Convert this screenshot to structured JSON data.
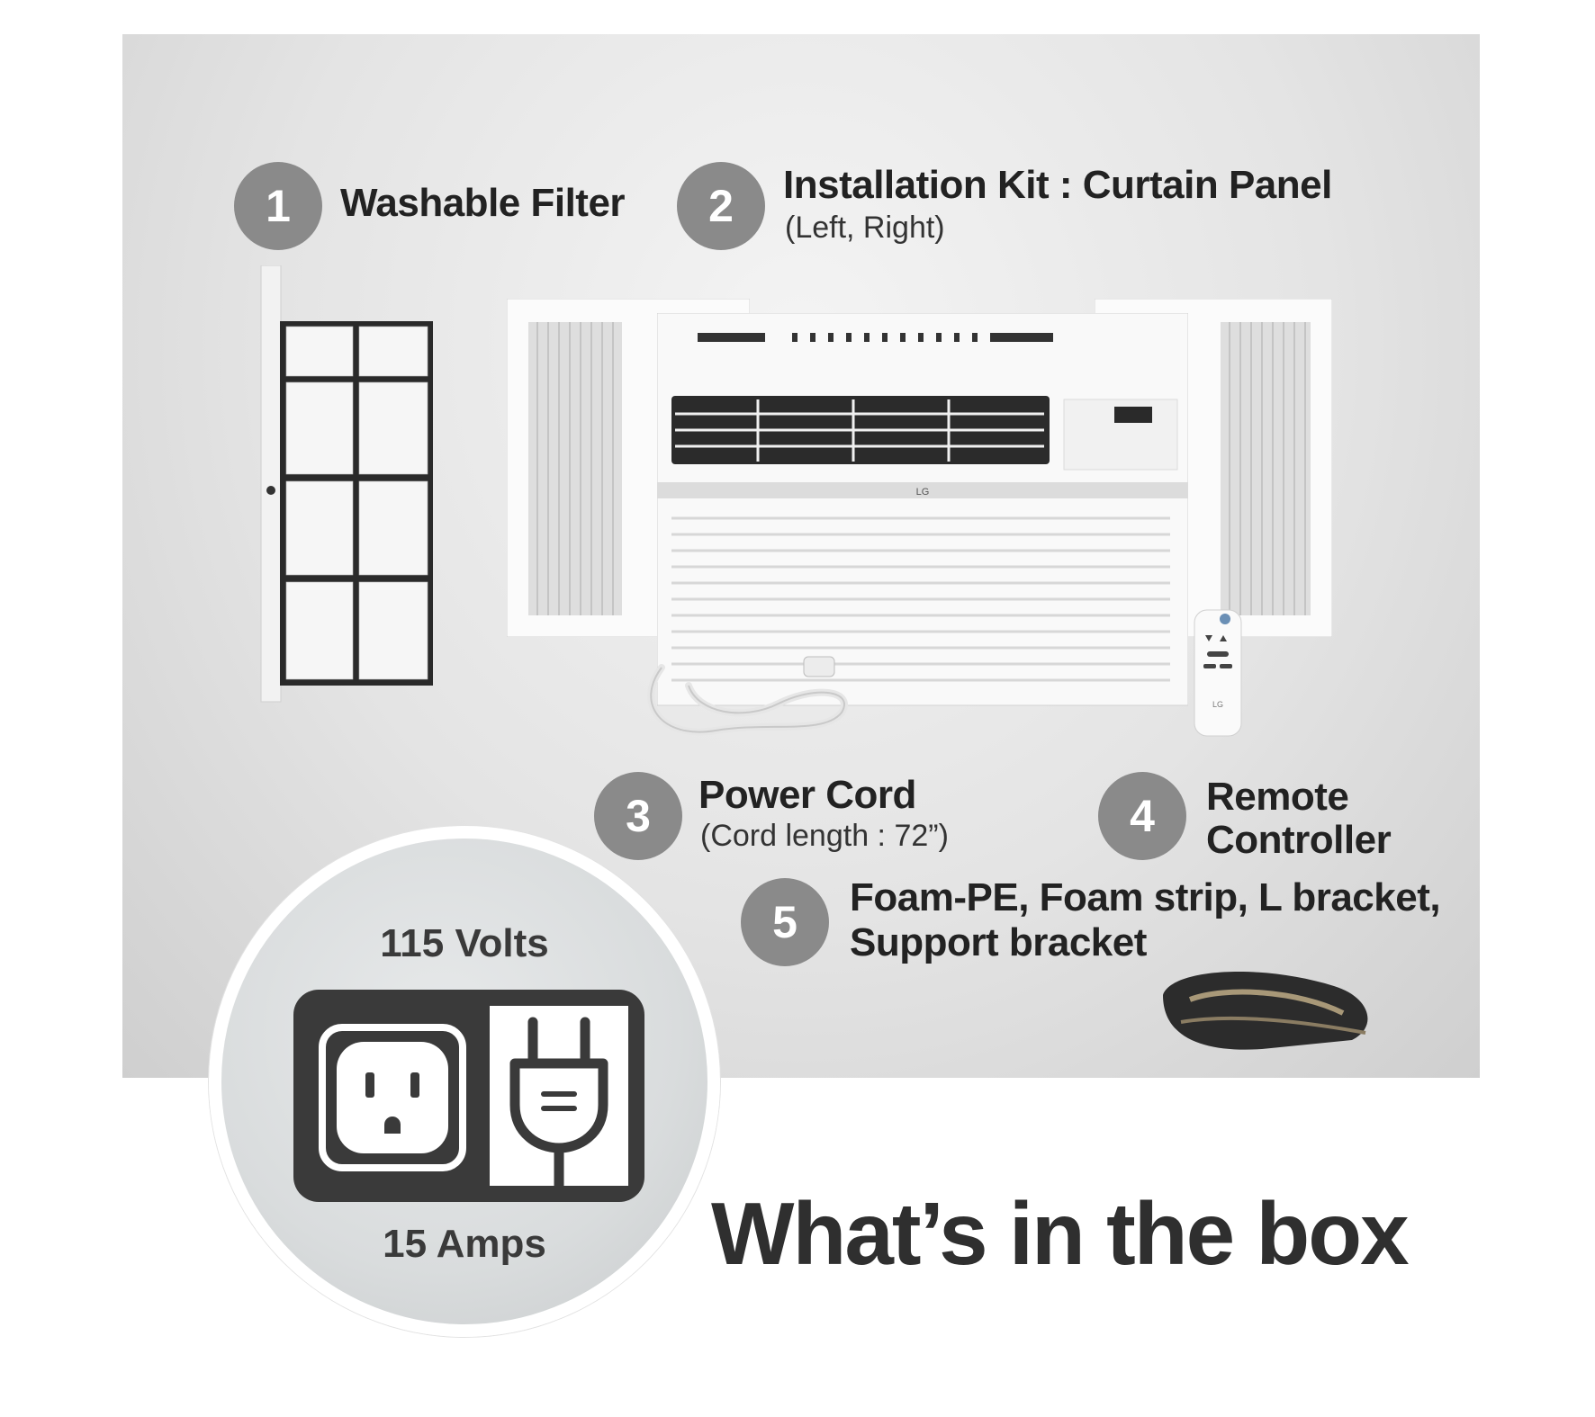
{
  "items": [
    {
      "number": "1",
      "title": "Washable Filter",
      "subtitle": ""
    },
    {
      "number": "2",
      "title": "Installation Kit : Curtain Panel",
      "subtitle": "(Left, Right)"
    },
    {
      "number": "3",
      "title": "Power Cord",
      "subtitle": "(Cord length : 72”)"
    },
    {
      "number": "4",
      "title": "Remote",
      "title_line2": "Controller",
      "subtitle": ""
    },
    {
      "number": "5",
      "title": "Foam-PE, Foam strip, L bracket,",
      "title_line2": "Support bracket",
      "subtitle": ""
    }
  ],
  "spec": {
    "voltage": "115 Volts",
    "amperage": "15 Amps"
  },
  "headline": "What’s in the box",
  "colors": {
    "badge": "#8a8a8a",
    "panel_bg": "#e4e4e4",
    "outlet_icon": "#3a3a3a",
    "text": "#222222"
  },
  "icons": [
    "air-filter-icon",
    "curtain-panel-icon",
    "air-conditioner-unit-icon",
    "power-cord-icon",
    "remote-controller-icon",
    "foam-strip-icon",
    "outlet-icon",
    "plug-icon"
  ]
}
